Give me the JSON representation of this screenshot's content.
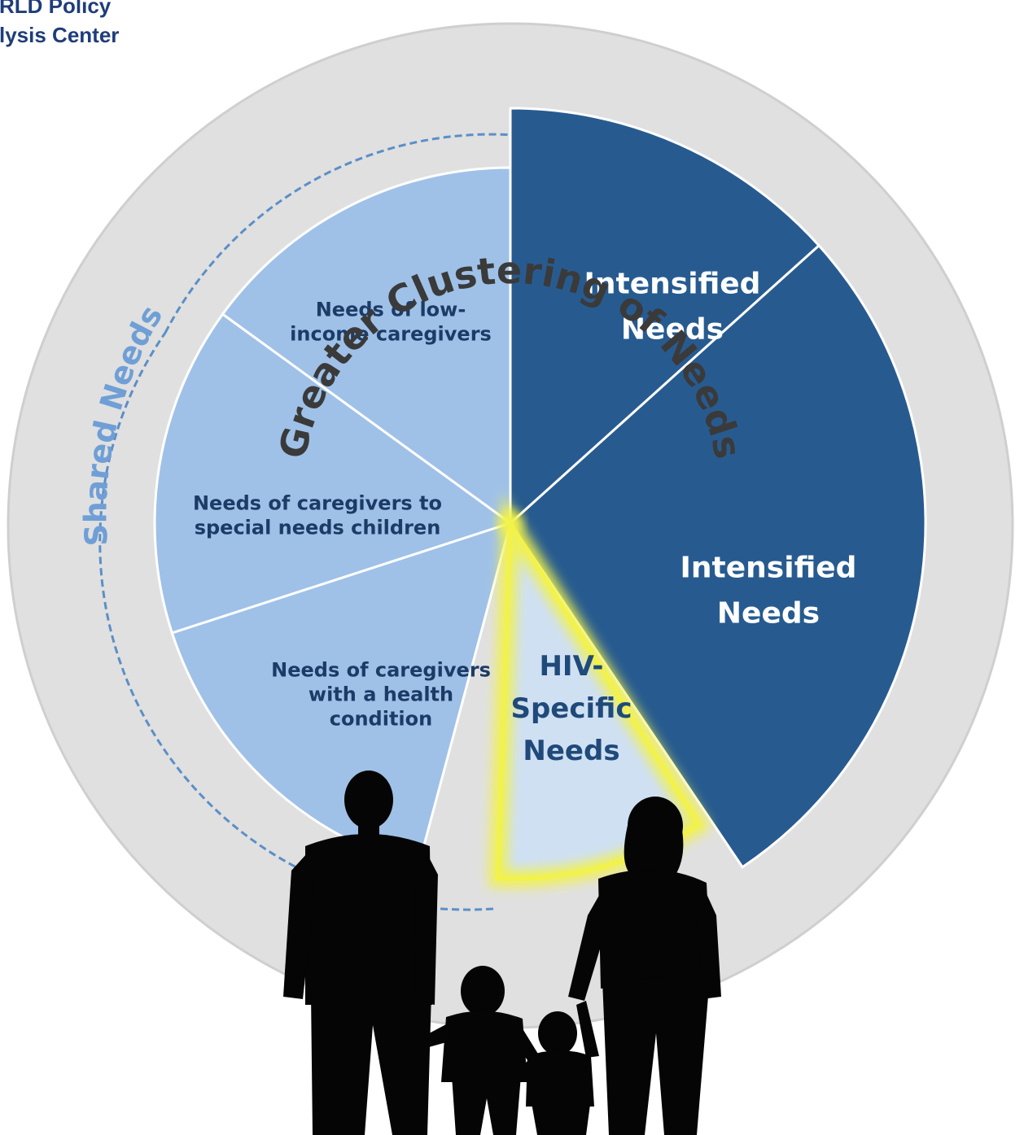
{
  "logo": {
    "line1": "RLD Policy",
    "line2": "lysis Center",
    "color": "#1f3d7a"
  },
  "arc_titles": {
    "outer": "Greater Clustering of Needs",
    "inner": "Shared Needs"
  },
  "segments": [
    {
      "name": "segment-low-income",
      "lines": [
        "Needs of low-",
        "income caregivers"
      ],
      "fill": "#9fc1e8",
      "text_color": "#1c3b66"
    },
    {
      "name": "segment-special-needs",
      "lines": [
        "Needs of caregivers to",
        "special needs children"
      ],
      "fill": "#9fc1e8",
      "text_color": "#1c3b66"
    },
    {
      "name": "segment-health-condition",
      "lines": [
        "Needs of caregivers",
        "with a health",
        "condition"
      ],
      "fill": "#9fc1e8",
      "text_color": "#1c3b66"
    },
    {
      "name": "segment-hiv-specific",
      "lines": [
        "HIV-",
        "Specific",
        "Needs"
      ],
      "fill": "#cfe0f3",
      "text_color": "#1f4a7a",
      "highlight": "#f2f24a"
    },
    {
      "name": "segment-intensified-lower",
      "lines": [
        "Intensified",
        "Needs"
      ],
      "fill": "#275b90",
      "text_color": "#ffffff"
    },
    {
      "name": "segment-intensified-upper",
      "lines": [
        "Intensified",
        "Needs"
      ],
      "fill": "#275b90",
      "text_color": "#ffffff"
    }
  ],
  "colors": {
    "outer_ring": "#e0e0e0",
    "outer_ring_stroke": "#cfcfcf",
    "arc_title_outer": "#3a3a3a",
    "arc_title_inner": "#6f9fd6",
    "dashed_arc": "#5b8fc7",
    "silhouette": "#050505"
  }
}
